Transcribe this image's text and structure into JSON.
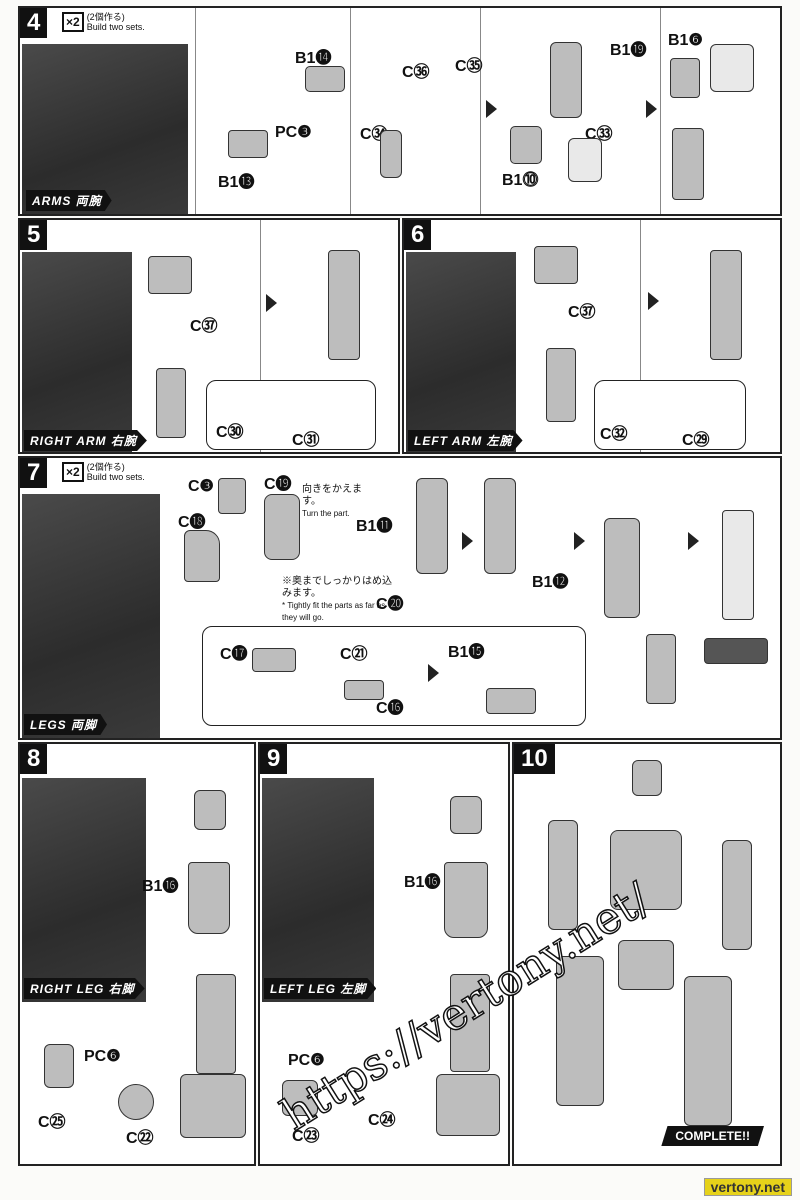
{
  "steps": {
    "s4": {
      "number": "4",
      "qty": "×2",
      "qty_note_jp": "(2個作る)",
      "qty_note_en": "Build two sets.",
      "label": "ARMS 両腕",
      "parts": [
        "B1⓮",
        "PC❸",
        "B1⓭",
        "C㊱",
        "C㉟",
        "C㉞",
        "B1⓳",
        "C㉝",
        "B1⓾",
        "B1❻"
      ]
    },
    "s5": {
      "number": "5",
      "label": "RIGHT ARM 右腕",
      "parts": [
        "C㊲",
        "C㉚",
        "C㉛"
      ]
    },
    "s6": {
      "number": "6",
      "label": "LEFT ARM 左腕",
      "parts": [
        "C㊲",
        "C㉜",
        "C㉙"
      ]
    },
    "s7": {
      "number": "7",
      "qty": "×2",
      "qty_note_jp": "(2個作る)",
      "qty_note_en": "Build two sets.",
      "label": "LEGS 両脚",
      "parts": [
        "C❸",
        "C⓳",
        "C⓲",
        "B1⓫",
        "C⓴",
        "B1⓬",
        "C⓱",
        "C㉑",
        "C⓰",
        "B1⓯"
      ],
      "turn_note_jp": "向きをかえます。",
      "turn_note_en": "Turn the part.",
      "fit_note_jp": "※奥までしっかりはめ込みます。",
      "fit_note_en": "* Tightly fit the parts as far as they will go."
    },
    "s8": {
      "number": "8",
      "label": "RIGHT LEG 右脚",
      "parts": [
        "B1⓰",
        "PC❻",
        "C㉕",
        "C㉒"
      ]
    },
    "s9": {
      "number": "9",
      "label": "LEFT LEG 左脚",
      "parts": [
        "B1⓰",
        "PC❻",
        "C㉓",
        "C㉔"
      ]
    },
    "s10": {
      "number": "10",
      "complete": "COMPLETE!!"
    }
  },
  "watermark": "https://vertony.net/",
  "corner_mark": "vertony.net"
}
